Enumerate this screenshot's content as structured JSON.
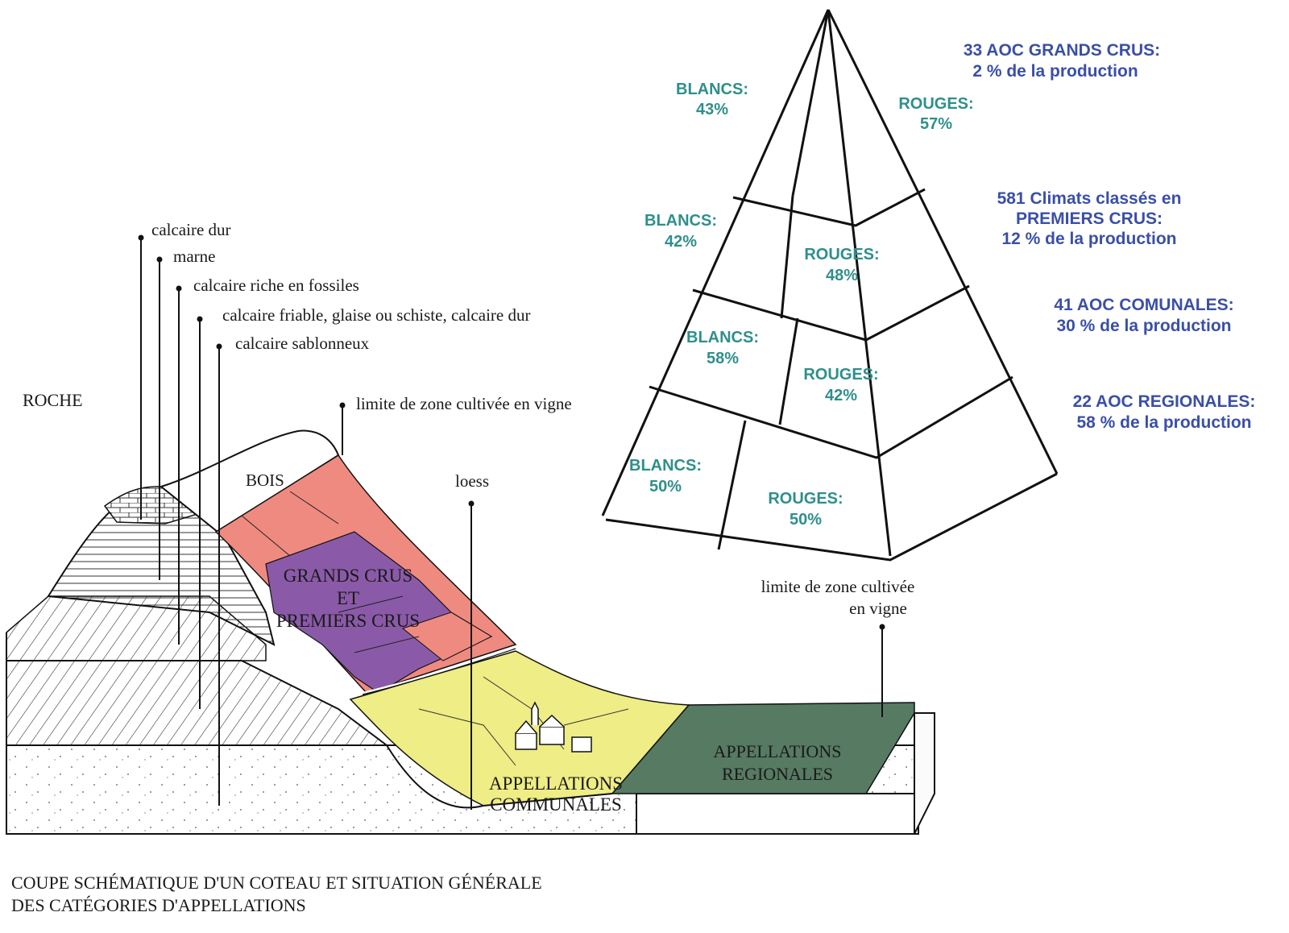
{
  "colors": {
    "grands_crus_pink": "#ef8a80",
    "premiers_crus_purple": "#8a5aa8",
    "communales_yellow": "#eeed86",
    "regionales_green": "#567a62",
    "teal_text": "#2f8f8b",
    "blue_text": "#3a4fa6"
  },
  "cross_section": {
    "strata_labels": [
      "calcaire dur",
      "marne",
      "calcaire riche en fossiles",
      "calcaire friable, glaise ou schiste, calcaire dur",
      "calcaire sablonneux"
    ],
    "roche": "ROCHE",
    "bois": "BOIS",
    "limite_top": "limite de zone cultivée en vigne",
    "loess": "loess",
    "grands_crus": [
      "GRANDS CRUS",
      "ET",
      "PREMIERS CRUS"
    ],
    "communales": [
      "APPELLATIONS",
      "COMMUNALES"
    ],
    "regionales": [
      "APPELLATIONS",
      "REGIONALES"
    ],
    "limite_right": [
      "limite de zone cultivée",
      "en vigne"
    ],
    "caption": [
      "COUPE SCHÉMATIQUE D'UN COTEAU ET SITUATION GÉNÉRALE",
      "DES CATÉGORIES D'APPELLATIONS"
    ]
  },
  "pyramid": {
    "tiers": [
      {
        "blancs": [
          "BLANCS:",
          "43%"
        ],
        "rouges": [
          "ROUGES:",
          "57%"
        ],
        "label": [
          "33 AOC GRANDS CRUS:",
          "2 % de la production"
        ]
      },
      {
        "blancs": [
          "BLANCS:",
          "42%"
        ],
        "rouges": [
          "ROUGES:",
          "48%"
        ],
        "label": [
          "581 Climats classés en",
          "PREMIERS CRUS:",
          "12 % de la production"
        ]
      },
      {
        "blancs": [
          "BLANCS:",
          "58%"
        ],
        "rouges": [
          "ROUGES:",
          "42%"
        ],
        "label": [
          "41 AOC COMUNALES:",
          "30 % de la production"
        ]
      },
      {
        "blancs": [
          "BLANCS:",
          "50%"
        ],
        "rouges": [
          "ROUGES:",
          "50%"
        ],
        "label": [
          "22 AOC REGIONALES:",
          "58 % de la production"
        ]
      }
    ]
  }
}
